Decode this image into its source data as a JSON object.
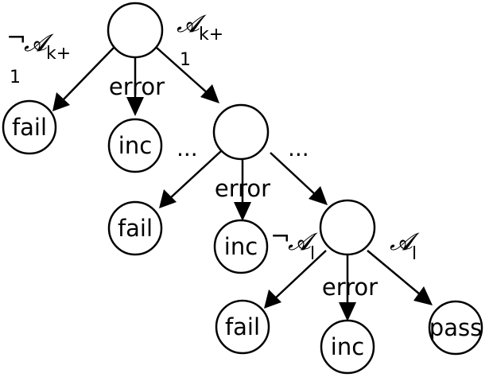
{
  "labels": {
    "fail": "fail",
    "inc": "inc",
    "pass": "pass",
    "error": "error",
    "ellipsis": "...",
    "neg": "¬",
    "cond_symbol": "𝓐",
    "sub_k1_a": "k+",
    "sub_k1_b": "1",
    "sub_l": "l"
  },
  "colors": {
    "stroke": "#000000",
    "fill": "#ffffff",
    "text": "#000000"
  }
}
